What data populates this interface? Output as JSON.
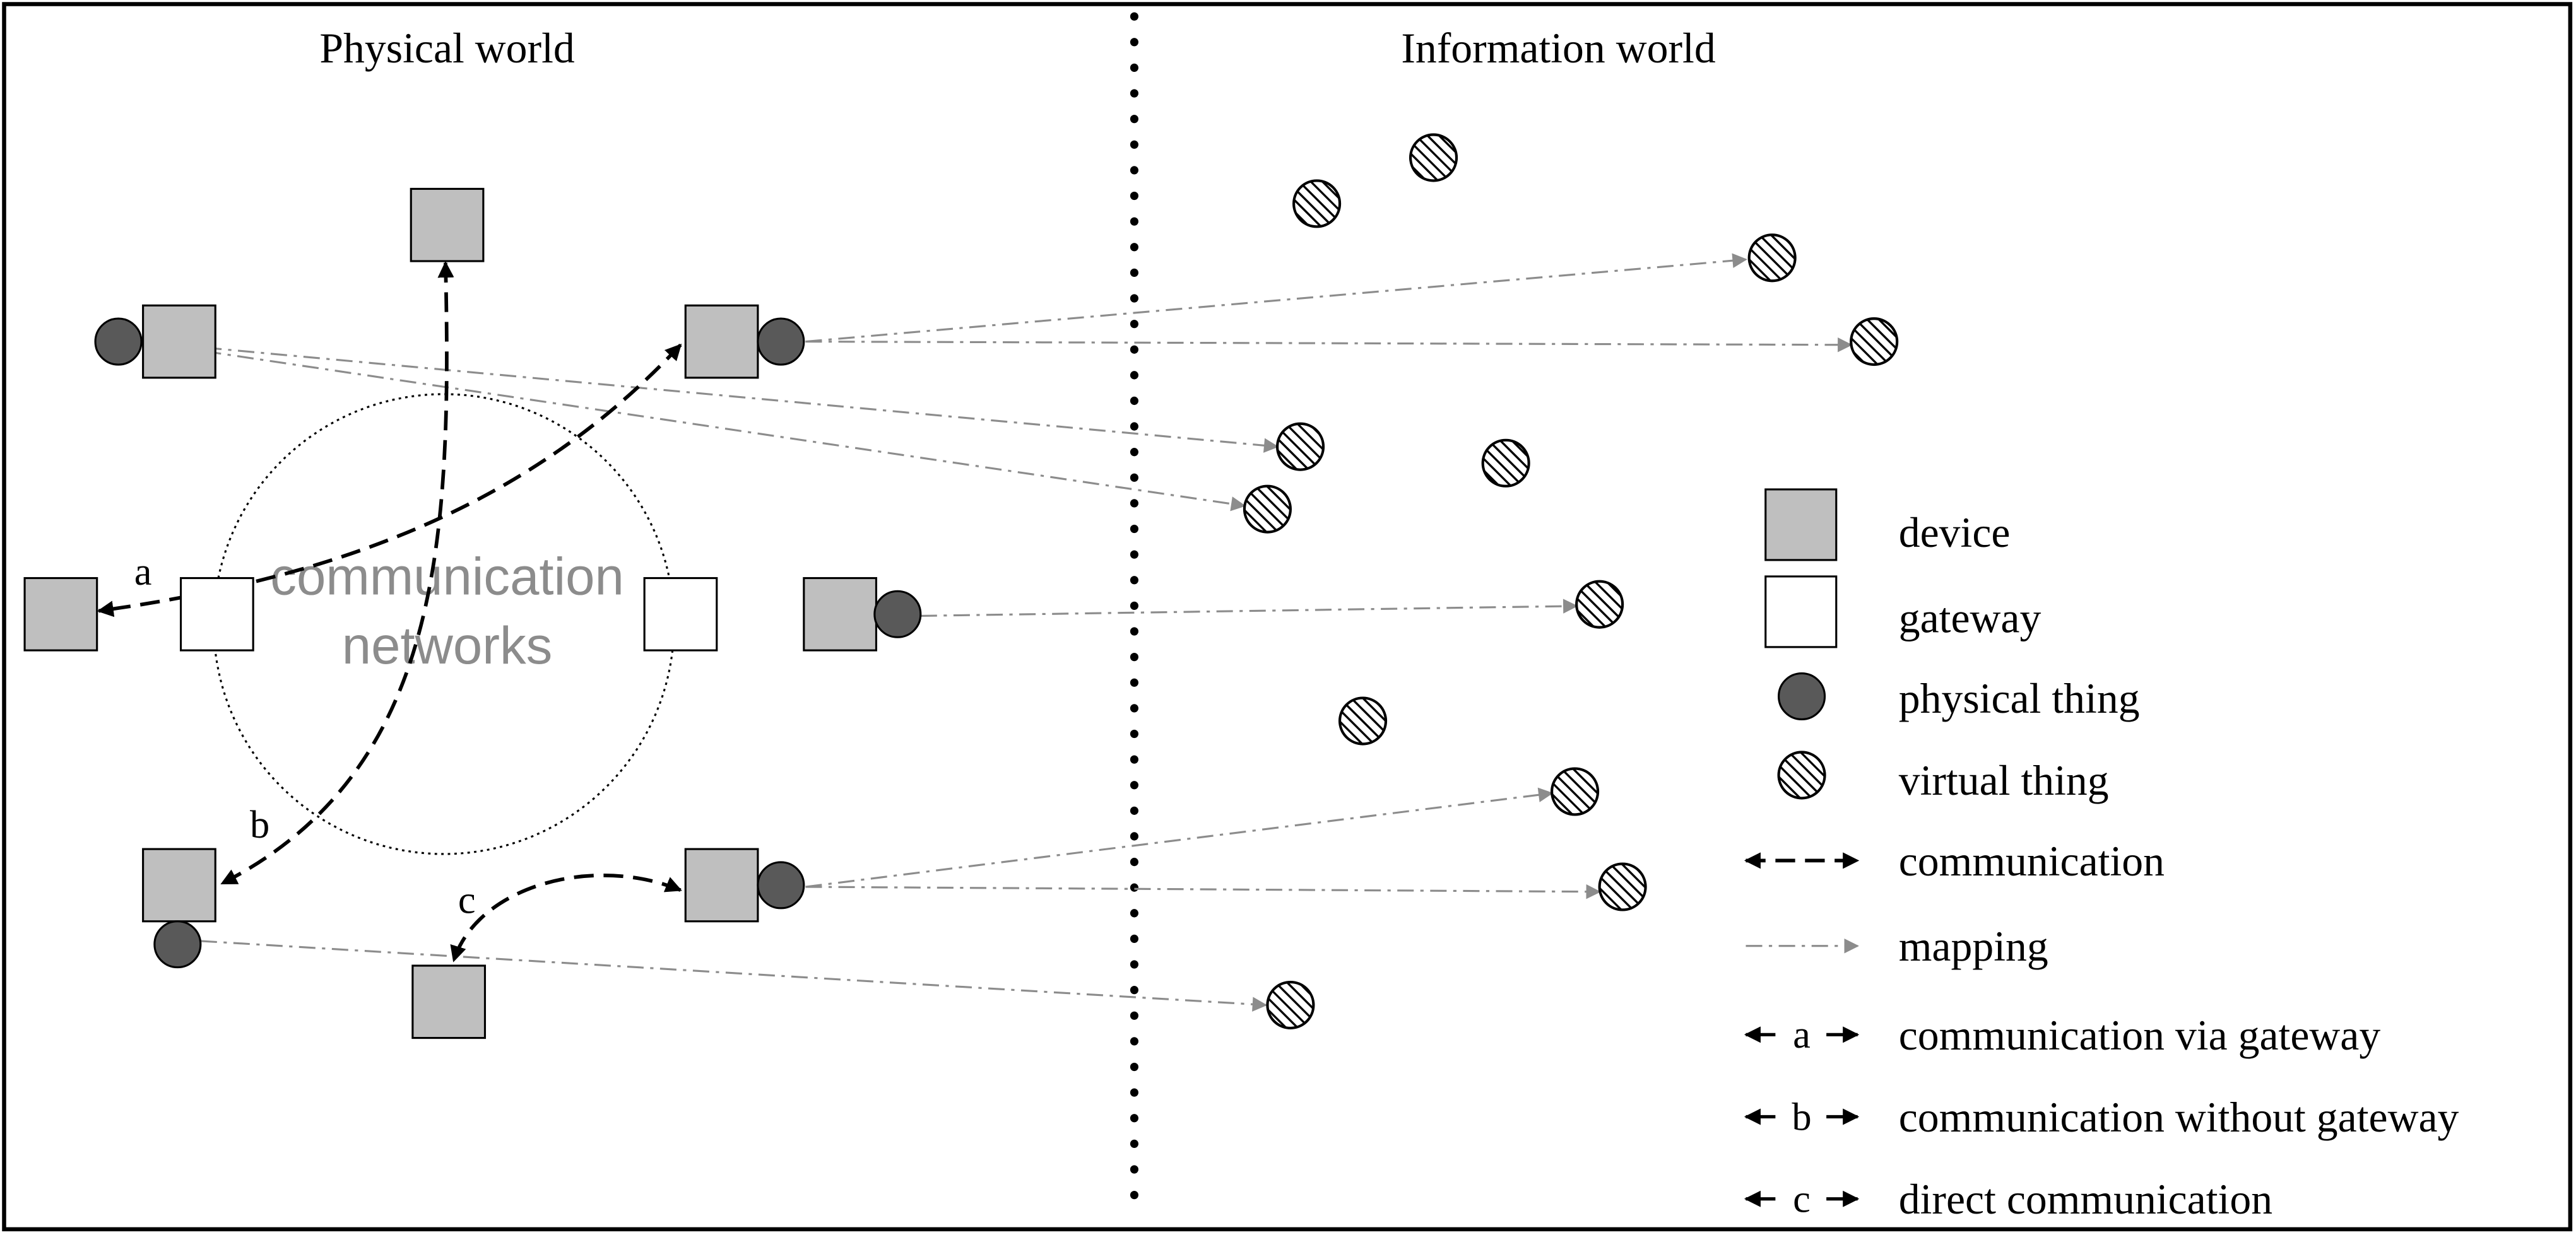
{
  "titles": {
    "physical": "Physical world",
    "information": "Information world"
  },
  "network": {
    "line1": "communication",
    "line2": "networks"
  },
  "edge_labels": {
    "a": "a",
    "b": "b",
    "c": "c"
  },
  "legend": {
    "device": "device",
    "gateway": "gateway",
    "physical_thing": "physical thing",
    "virtual_thing": "virtual thing",
    "communication": "communication",
    "mapping": "mapping",
    "via_gateway_symbol": "a",
    "via_gateway": "communication via gateway",
    "without_gateway_symbol": "b",
    "without_gateway": "communication without gateway",
    "direct_symbol": "c",
    "direct": "direct communication"
  },
  "colors": {
    "device_fill": "#bfbfbf",
    "gateway_fill": "#ffffff",
    "physical_thing_fill": "#595959",
    "mapping_line": "#8c8c8c",
    "communication_line": "#000000",
    "network_label": "#8c8c8c"
  }
}
